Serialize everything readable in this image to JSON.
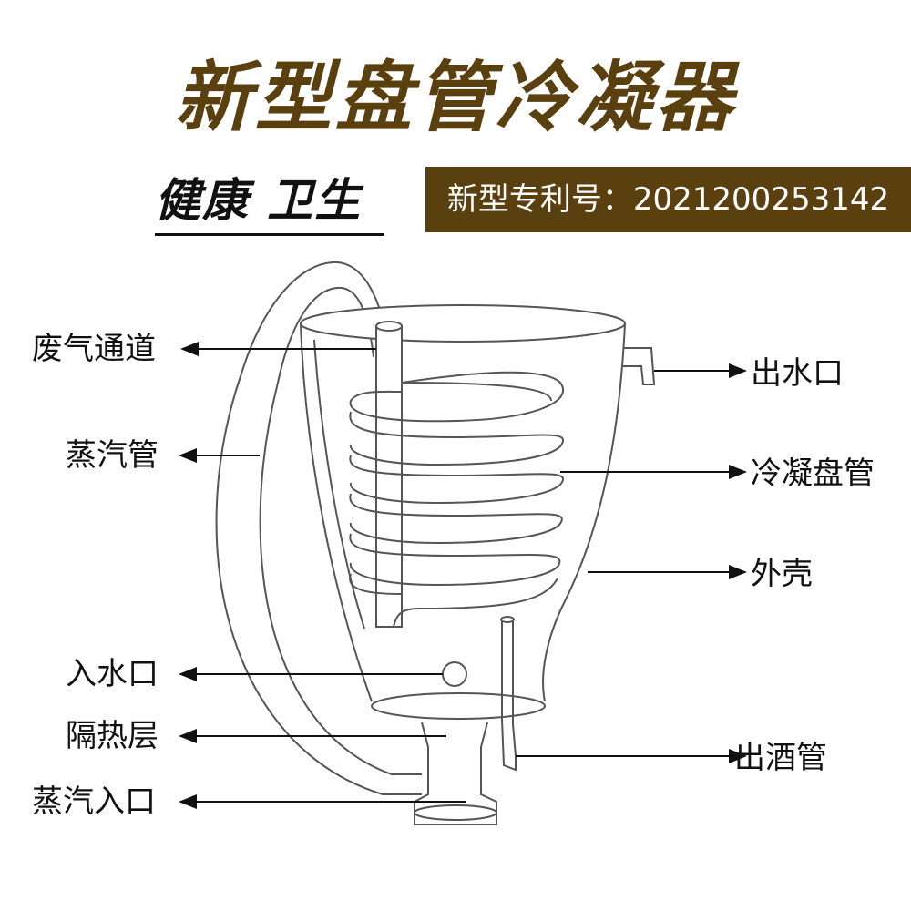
{
  "title": "新型盘管冷凝器",
  "slogan": "健康 卫生",
  "patent": "新型专利号：2021200253142",
  "labels": {
    "exhaust_channel": "废气通道",
    "steam_pipe": "蒸汽管",
    "water_inlet": "入水口",
    "insulation_layer": "隔热层",
    "steam_inlet": "蒸汽入口",
    "water_outlet": "出水口",
    "condenser_coil": "冷凝盘管",
    "shell": "外壳",
    "liquor_outlet_pipe": "出酒管"
  },
  "colors": {
    "brand": "#5a3f0f",
    "line": "#555555"
  }
}
